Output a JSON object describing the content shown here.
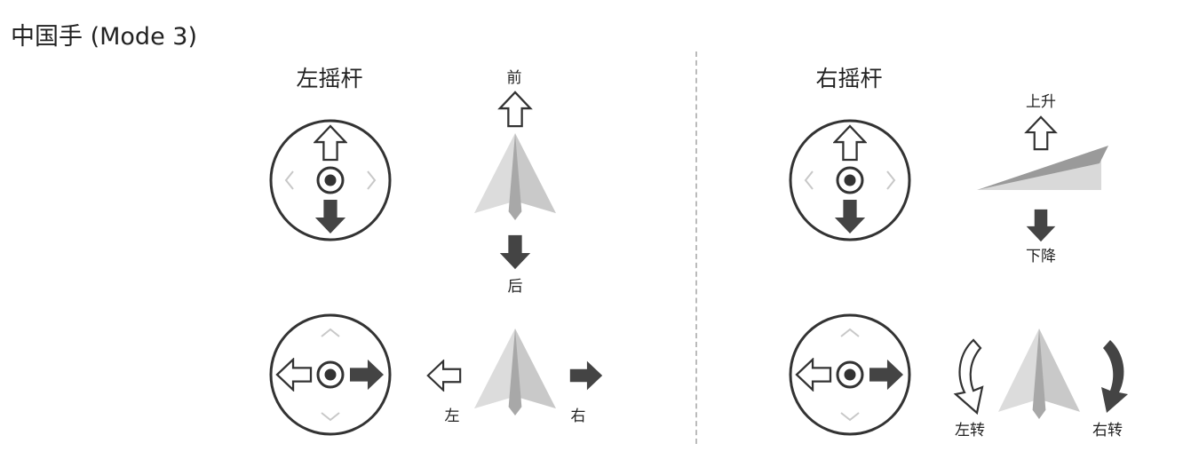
{
  "title": "中国手 (Mode 3)",
  "left_stick": {
    "title": "左摇杆",
    "forward": "前",
    "backward": "后",
    "left": "左",
    "right": "右"
  },
  "right_stick": {
    "title": "右摇杆",
    "ascend": "上升",
    "descend": "下降",
    "turn_left": "左转",
    "turn_right": "右转"
  },
  "colors": {
    "dark": "#444444",
    "outline": "#333333",
    "plane_light": "#dcdcdc",
    "plane_dark": "#a8a8a8",
    "chevron": "#c8c8c8",
    "divider": "#bbbbbb"
  }
}
